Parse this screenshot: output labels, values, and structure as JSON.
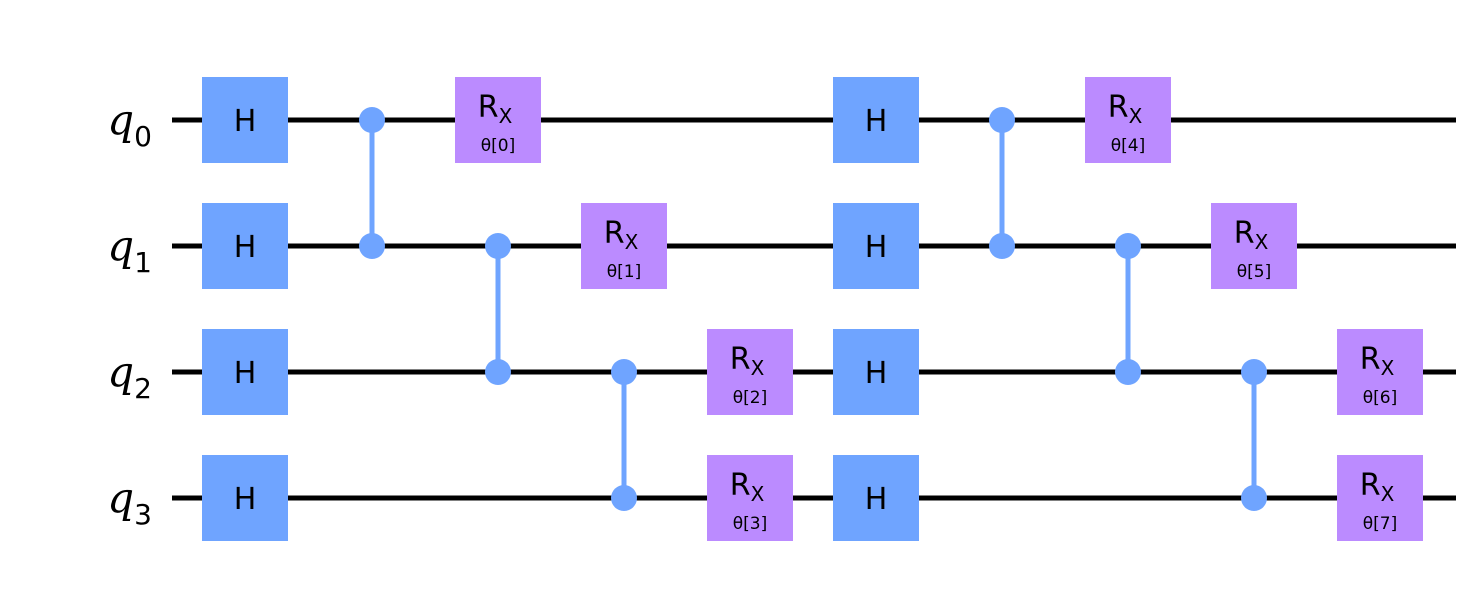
{
  "colors": {
    "wire": "#000000",
    "h_gate": "#6fa4ff",
    "rx_gate": "#bb8bff",
    "cz": "#6fa4ff"
  },
  "qubits": [
    {
      "name": "q",
      "index": "0"
    },
    {
      "name": "q",
      "index": "1"
    },
    {
      "name": "q",
      "index": "2"
    },
    {
      "name": "q",
      "index": "3"
    }
  ],
  "gates": [
    {
      "type": "H",
      "label": "H",
      "qubit": 0,
      "col": 0
    },
    {
      "type": "H",
      "label": "H",
      "qubit": 1,
      "col": 0
    },
    {
      "type": "H",
      "label": "H",
      "qubit": 2,
      "col": 0
    },
    {
      "type": "H",
      "label": "H",
      "qubit": 3,
      "col": 0
    },
    {
      "type": "CZ",
      "qubits": [
        0,
        1
      ],
      "col": 1
    },
    {
      "type": "RX",
      "label": "R",
      "sub": "X",
      "param": "θ[0]",
      "qubit": 0,
      "col": 2
    },
    {
      "type": "CZ",
      "qubits": [
        1,
        2
      ],
      "col": 2
    },
    {
      "type": "RX",
      "label": "R",
      "sub": "X",
      "param": "θ[1]",
      "qubit": 1,
      "col": 3
    },
    {
      "type": "CZ",
      "qubits": [
        2,
        3
      ],
      "col": 3
    },
    {
      "type": "RX",
      "label": "R",
      "sub": "X",
      "param": "θ[2]",
      "qubit": 2,
      "col": 4
    },
    {
      "type": "RX",
      "label": "R",
      "sub": "X",
      "param": "θ[3]",
      "qubit": 3,
      "col": 4
    },
    {
      "type": "H",
      "label": "H",
      "qubit": 0,
      "col": 5
    },
    {
      "type": "H",
      "label": "H",
      "qubit": 1,
      "col": 5
    },
    {
      "type": "H",
      "label": "H",
      "qubit": 2,
      "col": 5
    },
    {
      "type": "H",
      "label": "H",
      "qubit": 3,
      "col": 5
    },
    {
      "type": "CZ",
      "qubits": [
        0,
        1
      ],
      "col": 6
    },
    {
      "type": "RX",
      "label": "R",
      "sub": "X",
      "param": "θ[4]",
      "qubit": 0,
      "col": 7
    },
    {
      "type": "CZ",
      "qubits": [
        1,
        2
      ],
      "col": 7
    },
    {
      "type": "RX",
      "label": "R",
      "sub": "X",
      "param": "θ[5]",
      "qubit": 1,
      "col": 8
    },
    {
      "type": "CZ",
      "qubits": [
        2,
        3
      ],
      "col": 8
    },
    {
      "type": "RX",
      "label": "R",
      "sub": "X",
      "param": "θ[6]",
      "qubit": 2,
      "col": 9
    },
    {
      "type": "RX",
      "label": "R",
      "sub": "X",
      "param": "θ[7]",
      "qubit": 3,
      "col": 9
    }
  ]
}
